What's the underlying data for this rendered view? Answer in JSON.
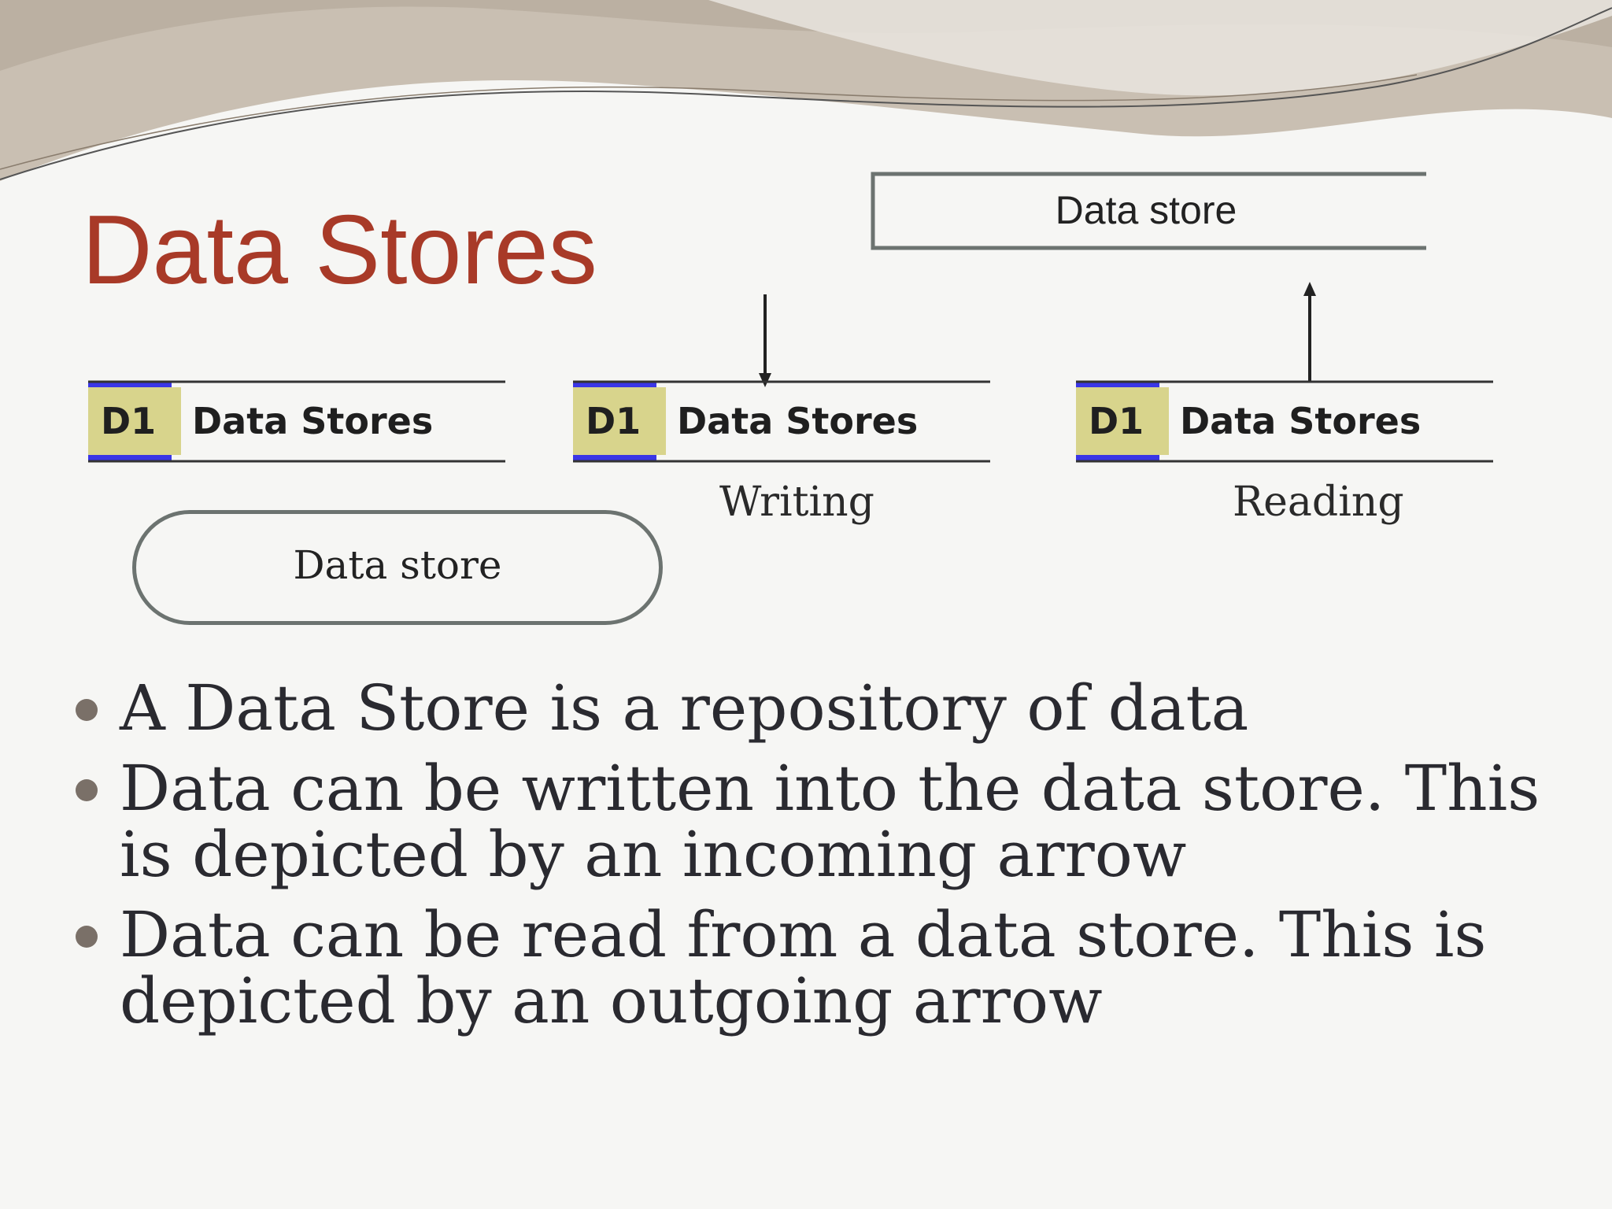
{
  "slide": {
    "title": "Data Stores",
    "title_color": "#a83a28"
  },
  "diagram": {
    "rect_store_label": "Data store",
    "oval_store_label": "Data store",
    "stores": [
      {
        "id": "D1",
        "name": "Data Stores",
        "caption": ""
      },
      {
        "id": "D1",
        "name": "Data Stores",
        "caption": "Writing"
      },
      {
        "id": "D1",
        "name": "Data Stores",
        "caption": "Reading"
      }
    ],
    "colors": {
      "id_fill": "#d8d48c",
      "id_bar": "#3a36e6",
      "line": "#333333"
    }
  },
  "bullets": [
    "A Data Store is a repository of data",
    "Data can be written into the data store. This is depicted by an incoming arrow",
    "Data can be read from a data store. This is depicted by an outgoing arrow"
  ]
}
